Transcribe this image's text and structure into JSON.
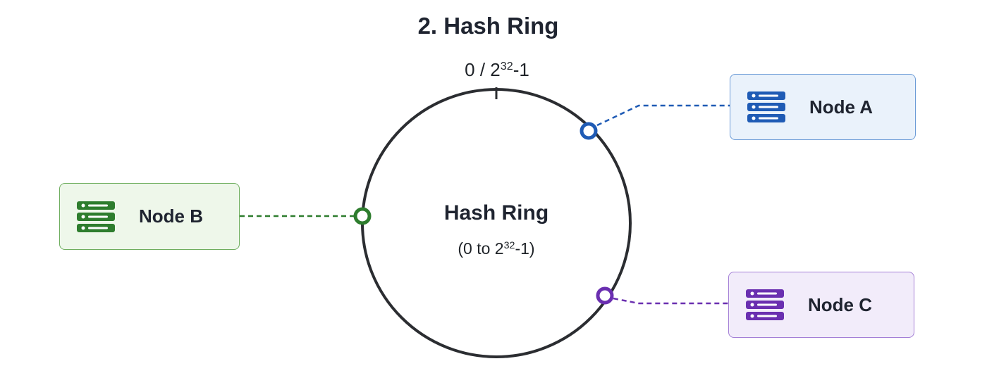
{
  "title": "2. Hash Ring",
  "ring": {
    "top_marker_base": "0 / 2",
    "top_marker_exp": "32",
    "top_marker_tail": "-1",
    "center_title": "Hash Ring",
    "center_range_base": "(0 to 2",
    "center_range_exp": "32",
    "center_range_tail": "-1)"
  },
  "nodes": [
    {
      "id": "a",
      "label": "Node A",
      "color": "#1f5bb5",
      "fill": "#eaf2fb"
    },
    {
      "id": "b",
      "label": "Node B",
      "color": "#2e7d2e",
      "fill": "#eef7ea"
    },
    {
      "id": "c",
      "label": "Node C",
      "color": "#6a2fb0",
      "fill": "#f2ecfa"
    }
  ],
  "icons": {
    "server": "server-stack-icon"
  },
  "colors": {
    "ring": "#2b2d31",
    "title": "#1f2430"
  }
}
